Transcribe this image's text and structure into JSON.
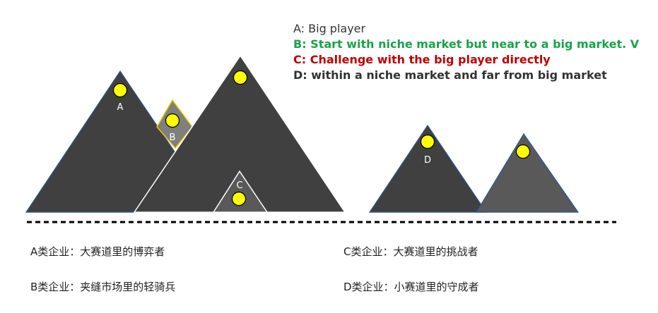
{
  "legend": {
    "a": {
      "text": "A:  Big player",
      "color": "#333333"
    },
    "b": {
      "text": "B:  Start with niche market but near to a big market. V",
      "color": "#1aa24a"
    },
    "c": {
      "text": "C:  Challenge with the big player directly",
      "color": "#c00000"
    },
    "d": {
      "text": "D:  within a niche market and far from big market",
      "color": "#333333"
    }
  },
  "peaks": {
    "a_label": "A",
    "b_label": "B",
    "c_label": "C",
    "d_label": "D"
  },
  "captions": {
    "a": "A类企业：大赛道里的博弈者",
    "b": "B类企业：夹缝市场里的轻骑兵",
    "c": "C类企业：大赛道里的挑战者",
    "d": "D类企业：小赛道里的守成者"
  },
  "colors": {
    "mountain_dark": "#404040",
    "mountain_gray": "#595959",
    "mountain_b": "#7f7f7f",
    "marker_fill": "#ffff00",
    "b_outline": "#e6c800"
  }
}
